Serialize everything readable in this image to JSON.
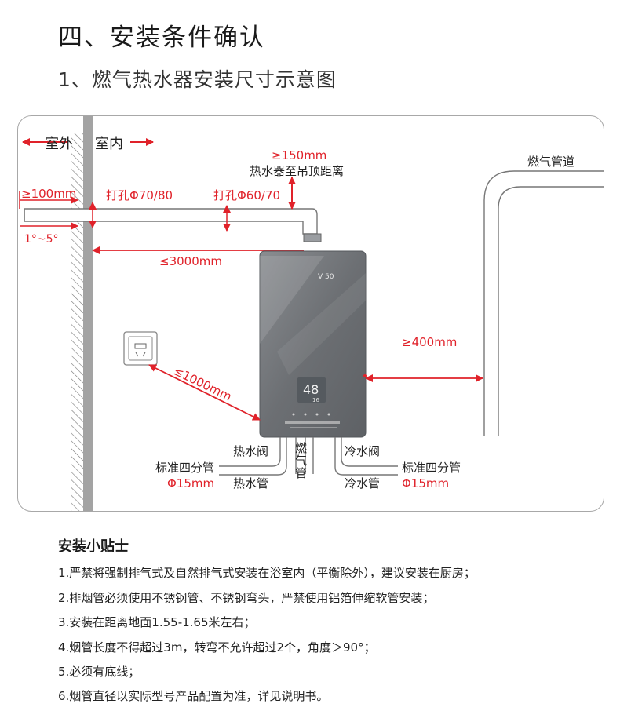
{
  "section_title": "四、安装条件确认",
  "sub_title": "1、燃气热水器安装尺寸示意图",
  "diagram": {
    "outdoor": "室外",
    "indoor": "室内",
    "ceiling_distance": "≥150mm",
    "ceiling_caption": "热水器至吊顶距离",
    "gas_pipeline": "燃气管道",
    "outdoor_length": "≥100mm",
    "hole_outer": "打孔Φ70/80",
    "hole_inner": "打孔Φ60/70",
    "slope": "1°~5°",
    "flue_length": "≤3000mm",
    "side_distance": "≥400mm",
    "socket_distance": "≤1000mm",
    "hot_valve": "热水阀",
    "cold_valve": "冷水阀",
    "gas_pipe": "燃气管",
    "std_pipe_left": "标准四分管",
    "dia_left": "Φ15mm",
    "hot_pipe": "热水管",
    "std_pipe_right": "标准四分管",
    "dia_right": "Φ15mm",
    "cold_pipe": "冷水管",
    "display_temp": "48",
    "display_sub": "16",
    "accent_red": "#e0222a",
    "heater_color": "#707377"
  },
  "tips": {
    "title": "安装小贴士",
    "items": [
      "1.严禁将强制排气式及自然排气式安装在浴室内（平衡除外），建议安装在厨房；",
      "2.排烟管必须使用不锈钢管、不锈钢弯头，严禁使用铝箔伸缩软管安装；",
      "3.安装在距离地面1.55-1.65米左右；",
      "4.烟管长度不得超过3m，转弯不允许超过2个，角度＞90°；",
      "5.必须有底线；",
      "6.烟管直径以实际型号产品配置为准，详见说明书。"
    ]
  }
}
